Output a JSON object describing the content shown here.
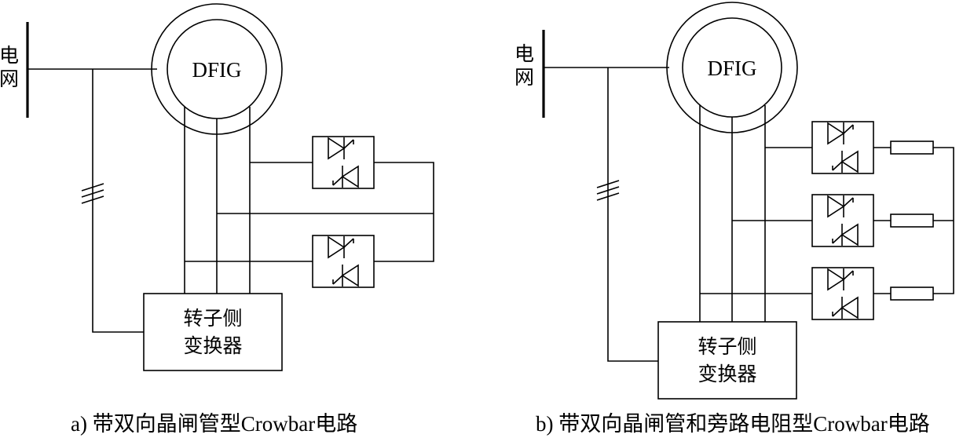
{
  "diagram_a": {
    "grid_label_1": "电",
    "grid_label_2": "网",
    "generator_label": "DFIG",
    "converter_label_1": "转子侧",
    "converter_label_2": "变换器",
    "caption": "a) 带双向晶闸管型Crowbar电路"
  },
  "diagram_b": {
    "grid_label_1": "电",
    "grid_label_2": "网",
    "generator_label": "DFIG",
    "converter_label_1": "转子侧",
    "converter_label_2": "变换器",
    "caption": "b) 带双向晶闸管和旁路电阻型Crowbar电路"
  }
}
